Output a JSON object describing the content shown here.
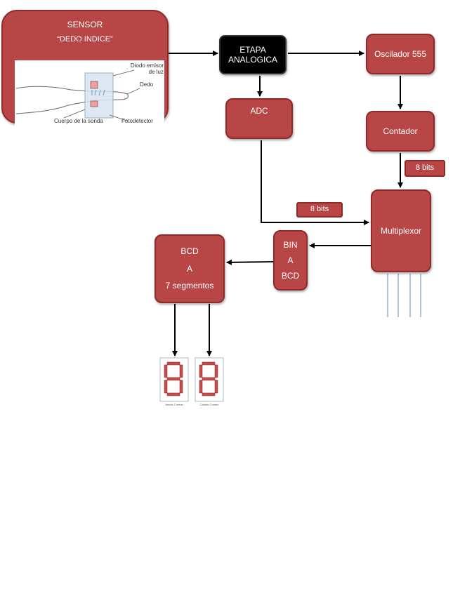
{
  "sensor": {
    "title": "SENSOR",
    "subtitle": "“DEDO INDICE”",
    "illustration": {
      "label_led": "Diodo emisor de luz",
      "label_finger": "Dedo",
      "label_body": "Cuerpo de la sonda",
      "label_detector": "Fotodetector"
    }
  },
  "blocks": {
    "etapa_line1": "ETAPA",
    "etapa_line2": "ANALOGICA",
    "adc": "ADC",
    "oscilador": "Oscilador 555",
    "contador": "Contador",
    "bits_contador": "8 bits",
    "bits_adc": "8 bits",
    "multiplexor": "Multiplexor",
    "bin_line1": "BIN",
    "bin_line2": "A",
    "bin_line3": "BCD",
    "bcd_line1": "BCD",
    "bcd_line2": "A",
    "bcd_line3": "7 segmentos"
  },
  "display": {
    "left_caption": "Anodo Comun",
    "right_caption": "Catodo Comun"
  },
  "colors": {
    "block_fill": "#b84646",
    "block_border": "#8e2a2a",
    "etapa_fill": "#000000",
    "arrow": "#000000",
    "mux_output_lines": "#7fa5d6"
  }
}
